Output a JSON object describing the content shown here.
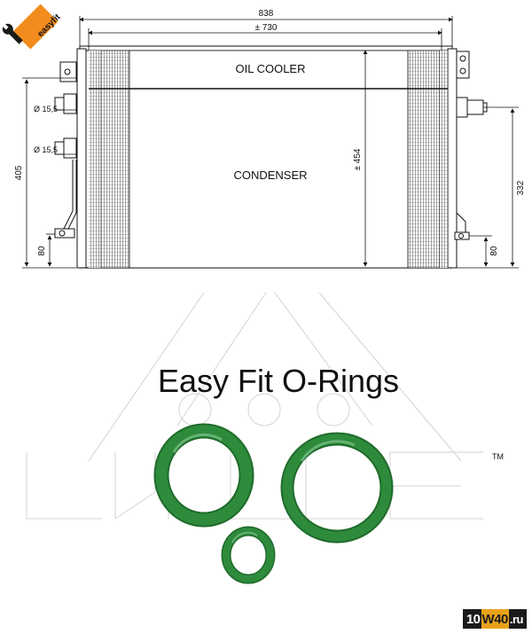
{
  "logo": {
    "text": "easyfit",
    "color": "#f28c1e"
  },
  "dimensions": {
    "overall_width": "838",
    "core_width": "± 730",
    "core_height": "± 454",
    "left_height": "405",
    "right_height": "332",
    "left_bottom": "80",
    "right_bottom": "80",
    "port_upper": "Ø 15,5",
    "port_lower": "Ø 15,5"
  },
  "sections": {
    "oil_cooler": "OIL COOLER",
    "condenser": "CONDENSER"
  },
  "product": {
    "title": "Easy Fit O-Rings",
    "ring_color": "#2e8b3c",
    "watermark": "NRF",
    "trademark": "TM"
  },
  "badge": {
    "part1": "10",
    "part2": "W40",
    "part3": ".ru"
  }
}
